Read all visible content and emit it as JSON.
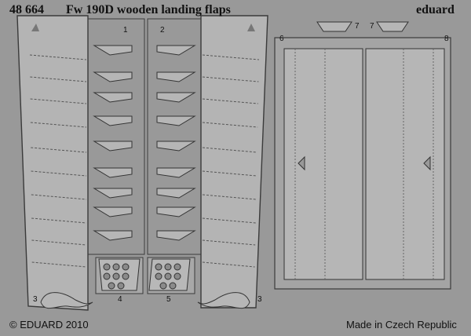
{
  "header": {
    "code": "48 664",
    "title": "Fw 190D wooden landing flaps",
    "brand": "eduard"
  },
  "part_numbers": {
    "p1": "1",
    "p2": "2",
    "p3_left": "3",
    "p3_right": "3",
    "p4": "4",
    "p5": "5",
    "p6": "6",
    "p7_a": "7",
    "p7_b": "7",
    "p8": "8"
  },
  "footer": {
    "copyright": "© EDUARD 2010",
    "origin": "Made in Czech Republic"
  },
  "colors": {
    "fret": "#999999",
    "part_fill": "#b4b4b4",
    "outline": "#3a3a3a",
    "text": "#111111"
  }
}
